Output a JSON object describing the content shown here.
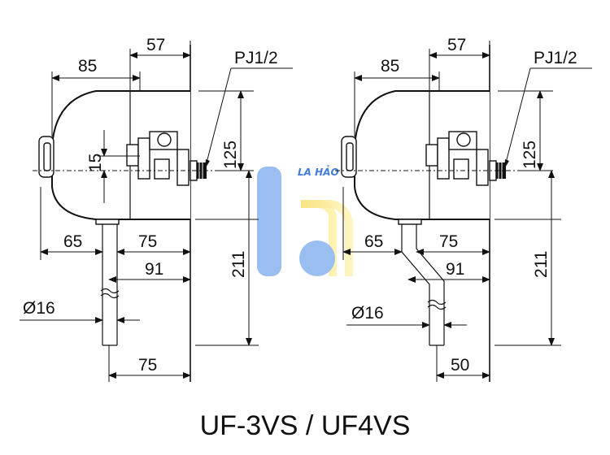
{
  "title": "UF-3VS / UF4VS",
  "watermark": {
    "text": "LA HẢO",
    "colors": {
      "blue": "#4a90e2",
      "yellow": "#f7e27a"
    }
  },
  "left": {
    "dims": {
      "d57": "57",
      "d85": "85",
      "pj": "PJ1/2",
      "d125": "125",
      "d15": "15",
      "d65": "65",
      "d75a": "75",
      "d91": "91",
      "d211": "211",
      "phi16": "Ø16",
      "d75b": "75"
    }
  },
  "right": {
    "dims": {
      "d57": "57",
      "d85": "85",
      "pj": "PJ1/2",
      "d125": "125",
      "d65": "65",
      "d75a": "75",
      "d91": "91",
      "d211": "211",
      "phi16": "Ø16",
      "d50": "50"
    }
  }
}
